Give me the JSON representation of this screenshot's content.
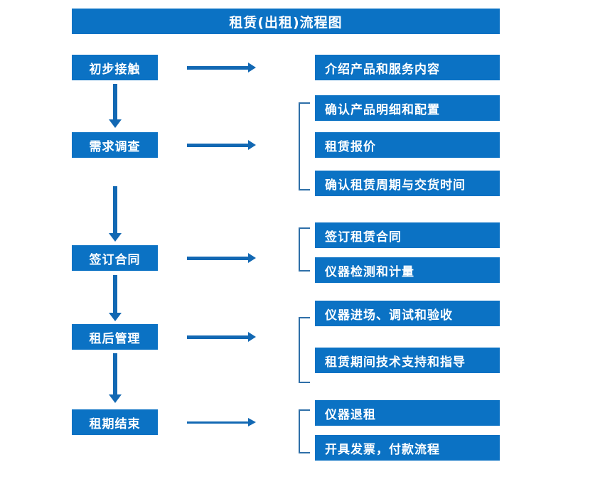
{
  "diagram": {
    "title": "租赁(出租)流程图",
    "accent_color": "#0B72C4",
    "arrow_color": "#1268B3",
    "bracket_color": "#2E6FA8",
    "text_color": "#FFFFFF",
    "background_color": "#FFFFFF"
  },
  "stages": [
    {
      "id": "stage-1",
      "label": "初步接触",
      "arrow": "right-arrow",
      "details": [
        {
          "label": "介绍产品和服务内容"
        }
      ],
      "bracketed": false
    },
    {
      "id": "stage-2",
      "label": "需求调查",
      "arrow": "right-arrow",
      "details": [
        {
          "label": "确认产品明细和配置"
        },
        {
          "label": "租赁报价"
        },
        {
          "label": "确认租赁周期与交货时间"
        }
      ],
      "bracketed": true
    },
    {
      "id": "stage-3",
      "label": "签订合同",
      "arrow": "right-arrow",
      "details": [
        {
          "label": "签订租赁合同"
        },
        {
          "label": "仪器检测和计量"
        }
      ],
      "bracketed": true
    },
    {
      "id": "stage-4",
      "label": "租后管理",
      "arrow": "right-arrow",
      "details": [
        {
          "label": "仪器进场、调试和验收"
        },
        {
          "label": "租赁期间技术支持和指导"
        }
      ],
      "bracketed": true
    },
    {
      "id": "stage-5",
      "label": "租期结束",
      "arrow": "right-arrow",
      "details": [
        {
          "label": "仪器退租"
        },
        {
          "label": "开具发票，付款流程"
        }
      ],
      "bracketed": true
    }
  ],
  "connectors": {
    "down_arrow_1": "stage-1-to-stage-2",
    "down_arrow_2": "stage-2-to-stage-3",
    "down_arrow_3": "stage-3-to-stage-4",
    "down_arrow_4": "stage-4-to-stage-5"
  }
}
